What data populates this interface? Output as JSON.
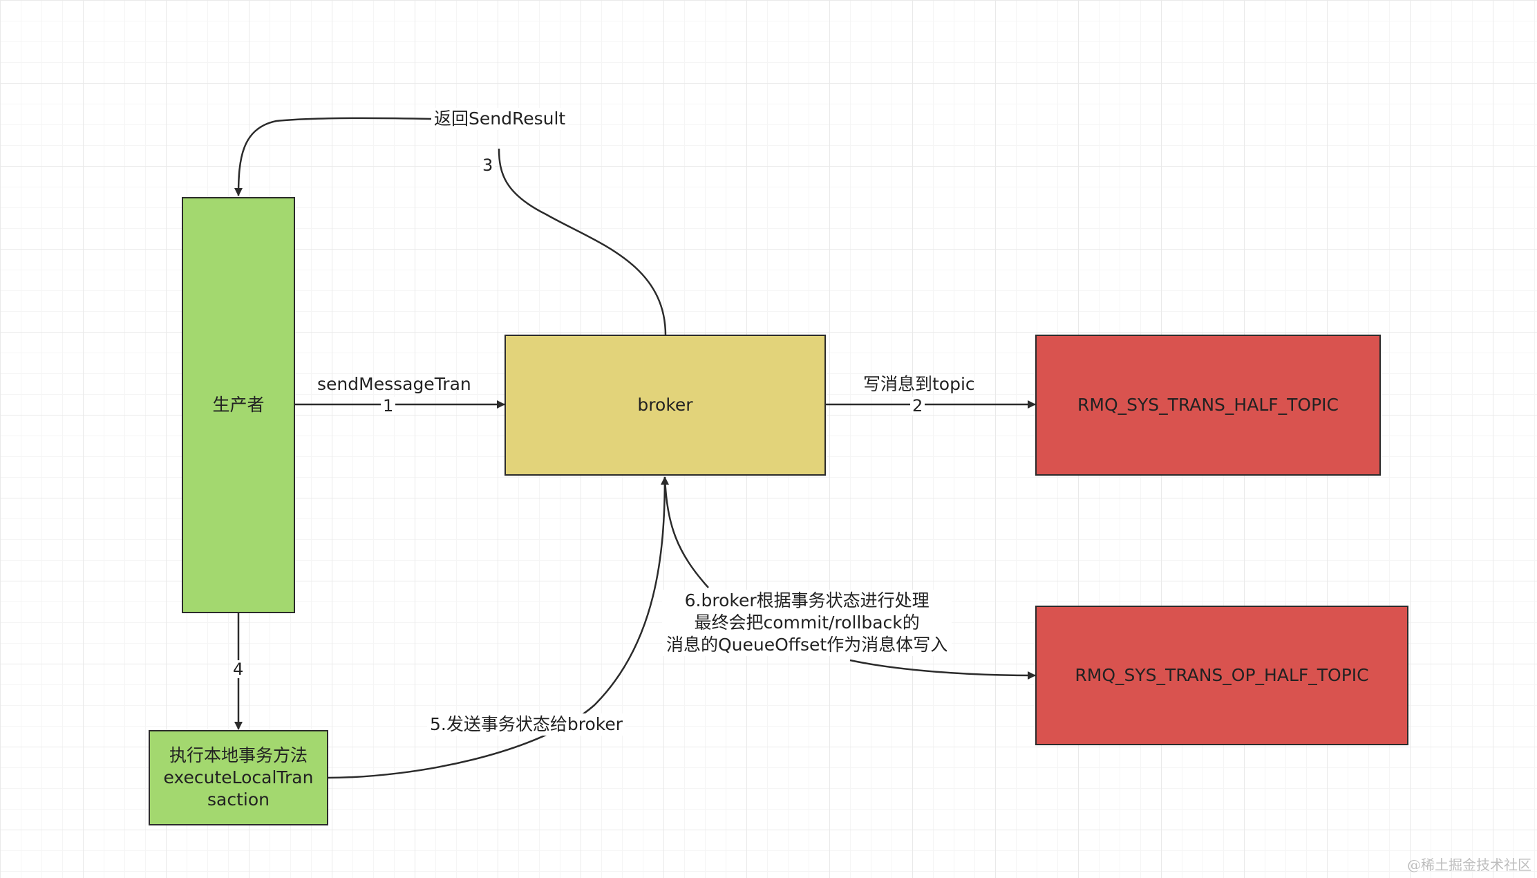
{
  "nodes": {
    "producer": "生产者",
    "broker": "broker",
    "half_topic": "RMQ_SYS_TRANS_HALF_TOPIC",
    "op_half_topic": "RMQ_SYS_TRANS_OP_HALF_TOPIC",
    "local_tx": [
      "执行本地事务方法",
      "executeLocalTran",
      "saction"
    ]
  },
  "edges": {
    "send_label": "sendMessageTran",
    "send_num": "1",
    "write_label": "写消息到topic",
    "write_num": "2",
    "return_label": "返回SendResult",
    "return_num": "3",
    "exec_num": "4",
    "status_label": "5.发送事务状态给broker",
    "process_lines": [
      "6.broker根据事务状态进行处理",
      "最终会把commit/rollback的",
      "消息的QueueOffset作为消息体写入"
    ]
  },
  "colors": {
    "producer": "#a3d86f",
    "broker": "#e2d37a",
    "topic": "#d9534f",
    "stroke": "#2b2b2b"
  },
  "watermark": "@稀土掘金技术社区"
}
